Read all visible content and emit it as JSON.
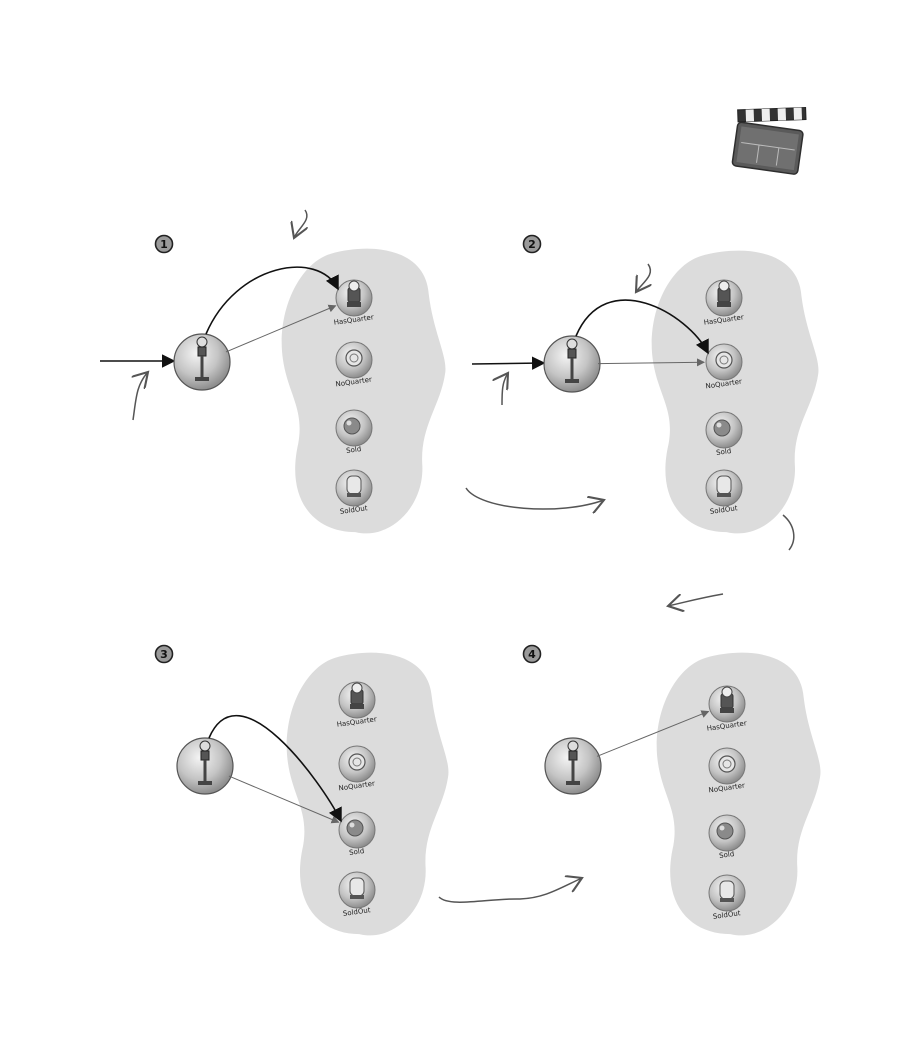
{
  "panels": [
    {
      "step": "1",
      "node_labels": [
        "HasQuarter",
        "NoQuarter",
        "Sold",
        "SoldOut"
      ],
      "curved_arrow_target": 0,
      "thin_arrow_target": 0,
      "has_incoming_line": true
    },
    {
      "step": "2",
      "node_labels": [
        "HasQuarter",
        "NoQuarter",
        "Sold",
        "SoldOut"
      ],
      "curved_arrow_target": 1,
      "thin_arrow_target": 1,
      "has_incoming_line": true
    },
    {
      "step": "3",
      "node_labels": [
        "HasQuarter",
        "NoQuarter",
        "Sold",
        "SoldOut"
      ],
      "curved_arrow_target": 2,
      "thin_arrow_target": 2,
      "has_incoming_line": false
    },
    {
      "step": "4",
      "node_labels": [
        "HasQuarter",
        "NoQuarter",
        "Sold",
        "SoldOut"
      ],
      "curved_arrow_target": null,
      "thin_arrow_target": 0,
      "has_incoming_line": false
    }
  ],
  "colors": {
    "blob": "#dcdcdc",
    "node_fill": "#c8c8c8",
    "node_stroke": "#777777",
    "arrow": "#111111",
    "thin_arrow": "#666666",
    "hand_arrow": "#555555"
  },
  "icons": [
    "gumball-machine-icon",
    "quarter-icon",
    "gumball-icon",
    "empty-machine-icon",
    "clapperboard-icon"
  ]
}
